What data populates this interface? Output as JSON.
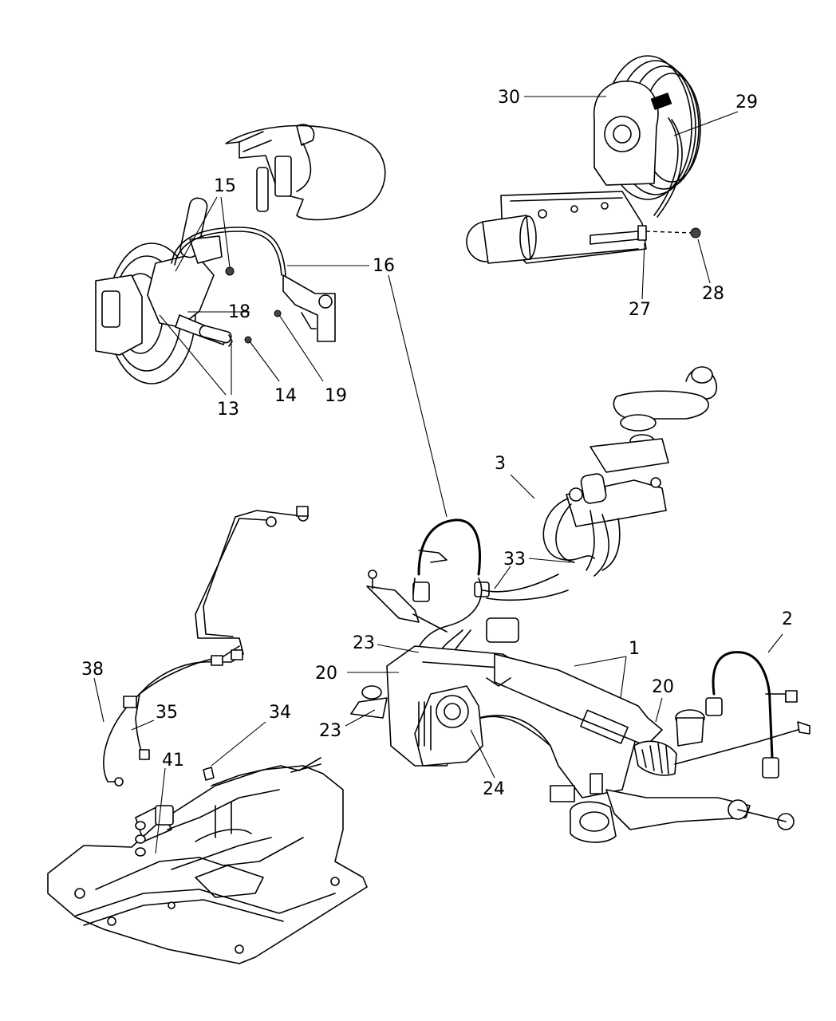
{
  "diagram": {
    "callouts": [
      {
        "id": "c1",
        "label": "1"
      },
      {
        "id": "c2",
        "label": "2"
      },
      {
        "id": "c3",
        "label": "3"
      },
      {
        "id": "c13",
        "label": "13"
      },
      {
        "id": "c14",
        "label": "14"
      },
      {
        "id": "c15",
        "label": "15"
      },
      {
        "id": "c16",
        "label": "16"
      },
      {
        "id": "c18",
        "label": "18"
      },
      {
        "id": "c19",
        "label": "19"
      },
      {
        "id": "c20a",
        "label": "20"
      },
      {
        "id": "c20b",
        "label": "20"
      },
      {
        "id": "c23a",
        "label": "23"
      },
      {
        "id": "c23b",
        "label": "23"
      },
      {
        "id": "c24",
        "label": "24"
      },
      {
        "id": "c27",
        "label": "27"
      },
      {
        "id": "c28",
        "label": "28"
      },
      {
        "id": "c29",
        "label": "29"
      },
      {
        "id": "c30",
        "label": "30"
      },
      {
        "id": "c33",
        "label": "33"
      },
      {
        "id": "c34",
        "label": "34"
      },
      {
        "id": "c35",
        "label": "35"
      },
      {
        "id": "c38",
        "label": "38"
      },
      {
        "id": "c41",
        "label": "41"
      }
    ]
  }
}
